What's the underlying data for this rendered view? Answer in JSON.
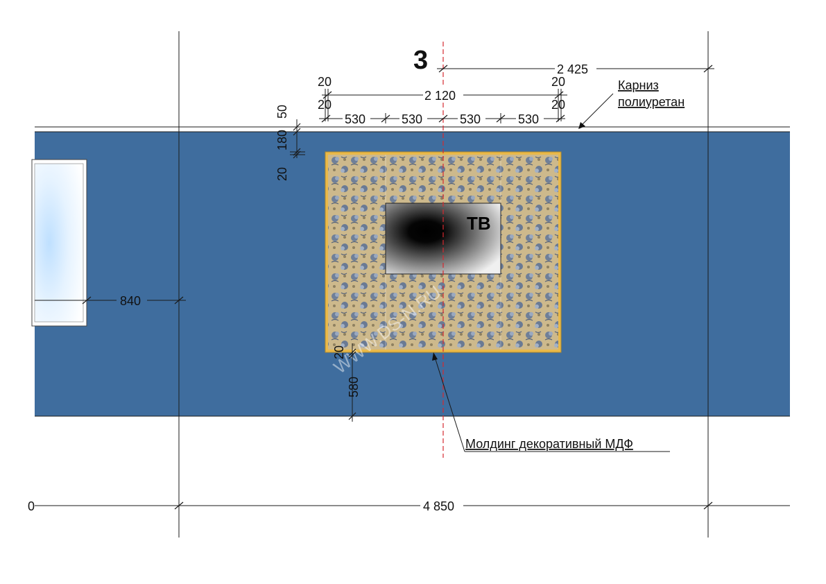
{
  "axis_label": "3",
  "tv_label": "ТВ",
  "watermark": "WWW.DS-N.RU",
  "dimensions": {
    "right_from_axis": "2 425",
    "panel_width": "2 120",
    "border_top_left": "20",
    "border_bottom_left": "20",
    "border_top_right": "20",
    "border_bottom_right": "20",
    "seg1": "530",
    "seg2": "530",
    "seg3": "530",
    "seg4": "530",
    "v_cornice": "50",
    "v_gap": "180",
    "v_frame": "20",
    "v_bottom_frame": "20",
    "v_floor_gap": "580",
    "window_offset": "840",
    "wall_length": "4 850",
    "left_clipped": "0"
  },
  "notes": {
    "cornice_line1": "Карниз",
    "cornice_line2": "полиуретан",
    "molding": "Молдинг декоративный МДФ"
  },
  "colors": {
    "wall": "#3f6d9e",
    "frame": "#e9b94a",
    "wallpaper_base": "#c8b88a",
    "axis_line": "#d6282f"
  }
}
